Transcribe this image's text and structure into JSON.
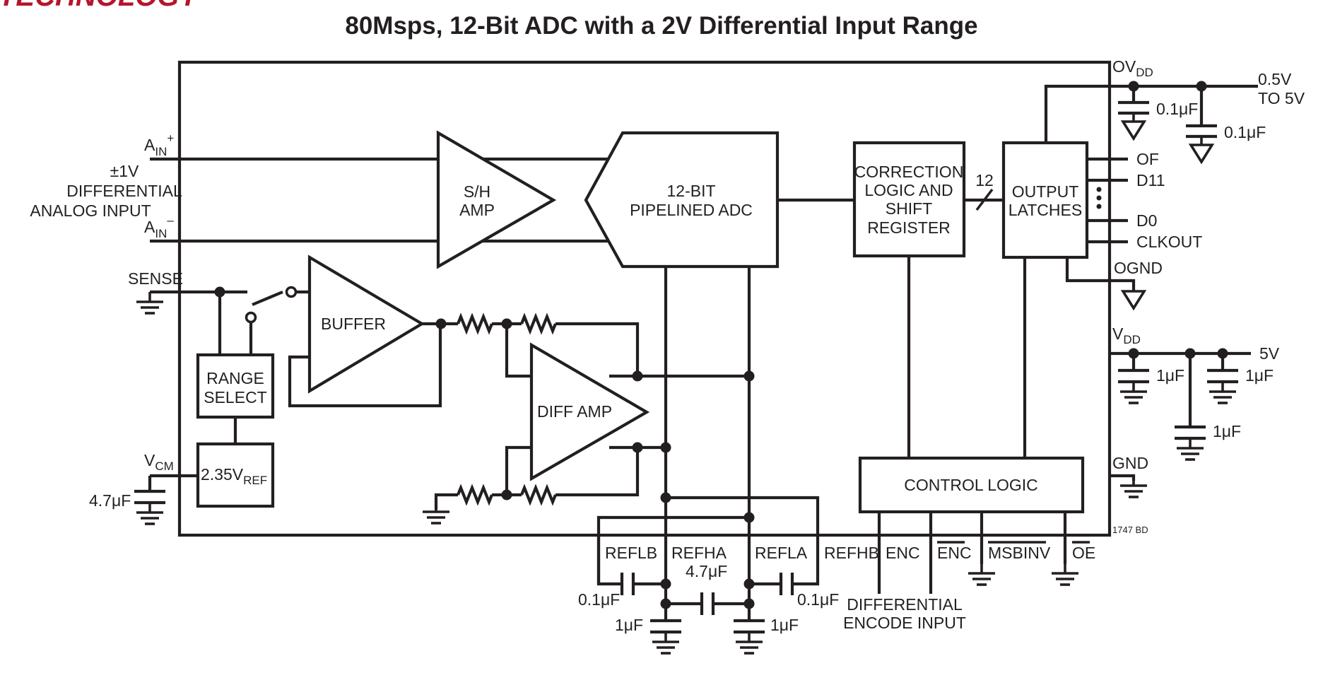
{
  "header": {
    "logo_text": "TECHNOLOGY",
    "title": "80Msps, 12-Bit ADC with a 2V Differential Input Range",
    "brand_color": "#b5152b"
  },
  "inputs": {
    "ain_plus": "A",
    "ain_plus_sub": "IN",
    "ain_plus_sup": "+",
    "ain_minus": "A",
    "ain_minus_sub": "IN",
    "ain_minus_sup": "–",
    "diff_input_line1": "±1V",
    "diff_input_line2": "DIFFERENTIAL",
    "diff_input_line3": "ANALOG INPUT",
    "sense": "SENSE",
    "vcm": "V",
    "vcm_sub": "CM",
    "vcm_cap": "4.7μF"
  },
  "blocks": {
    "sh_amp_1": "S/H",
    "sh_amp_2": "AMP",
    "adc_1": "12-BIT",
    "adc_2": "PIPELINED ADC",
    "correction_1": "CORRECTION",
    "correction_2": "LOGIC AND",
    "correction_3": "SHIFT",
    "correction_4": "REGISTER",
    "bus_width": "12",
    "latches_1": "OUTPUT",
    "latches_2": "LATCHES",
    "buffer": "BUFFER",
    "range_1": "RANGE",
    "range_2": "SELECT",
    "vref": "2.35V",
    "vref_sub": "REF",
    "diff_amp": "DIFF AMP",
    "control": "CONTROL LOGIC"
  },
  "outputs": {
    "ovdd": "OV",
    "ovdd_sub": "DD",
    "ovdd_cap1": "0.1μF",
    "ovdd_cap2": "0.1μF",
    "supply_1": "0.5V",
    "supply_2": "TO 5V",
    "of": "OF",
    "d11": "D11",
    "d0": "D0",
    "clkout": "CLKOUT",
    "ognd": "OGND",
    "vdd": "V",
    "vdd_sub": "DD",
    "vdd_supply": "5V",
    "vdd_cap1": "1μF",
    "vdd_cap2": "1μF",
    "vdd_cap3": "1μF",
    "gnd": "GND",
    "part_code": "1747 BD"
  },
  "bottom_pins": {
    "reflb": "REFLB",
    "refha": "REFHA",
    "refla": "REFLA",
    "refhb": "REFHB",
    "enc": "ENC",
    "enc_bar": "ENC",
    "msbinv": "MSBINV",
    "oe": "OE",
    "cap_left": "0.1μF",
    "cap_mid": "4.7μF",
    "cap_right": "0.1μF",
    "cap_bl": "1μF",
    "cap_br": "1μF",
    "encode_1": "DIFFERENTIAL",
    "encode_2": "ENCODE INPUT"
  }
}
